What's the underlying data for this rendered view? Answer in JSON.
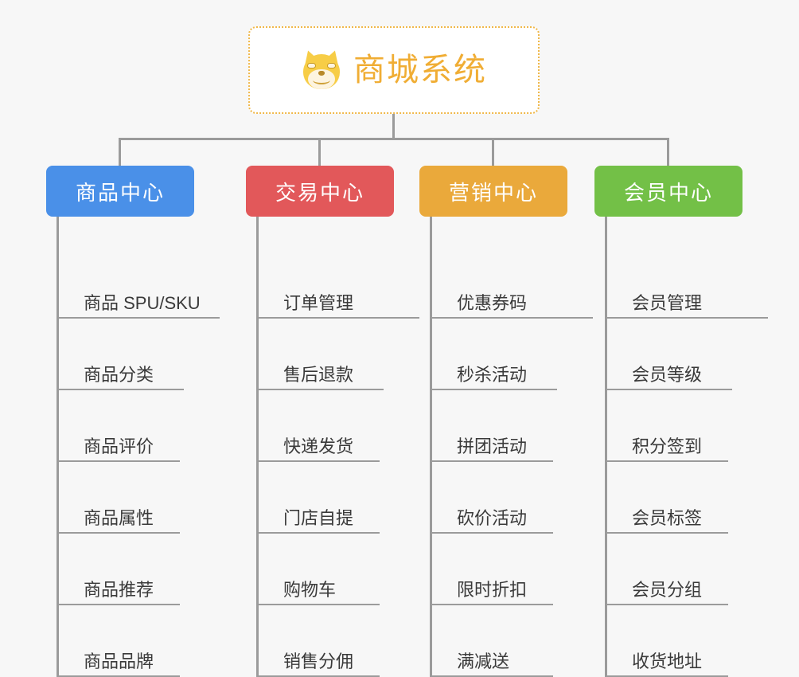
{
  "background_color": "#f7f7f7",
  "root": {
    "title": "商城系统",
    "icon": "shiba-inu-dog-face-icon",
    "text_color": "#f0ad34",
    "border_color": "#f0b84a",
    "background_color": "#ffffff"
  },
  "connector_color": "#9b9b9b",
  "columns": [
    {
      "title": "商品中心",
      "color": "#4a90e8",
      "items": [
        "商品 SPU/SKU",
        "商品分类",
        "商品评价",
        "商品属性",
        "商品推荐",
        "商品品牌"
      ]
    },
    {
      "title": "交易中心",
      "color": "#e2585a",
      "items": [
        "订单管理",
        "售后退款",
        "快递发货",
        "门店自提",
        "购物车",
        "销售分佣"
      ]
    },
    {
      "title": "营销中心",
      "color": "#eaa93b",
      "items": [
        "优惠券码",
        "秒杀活动",
        "拼团活动",
        "砍价活动",
        "限时折扣",
        "满减送"
      ]
    },
    {
      "title": "会员中心",
      "color": "#73c047",
      "items": [
        "会员管理",
        "会员等级",
        "积分签到",
        "会员标签",
        "会员分组",
        "收货地址"
      ]
    }
  ]
}
